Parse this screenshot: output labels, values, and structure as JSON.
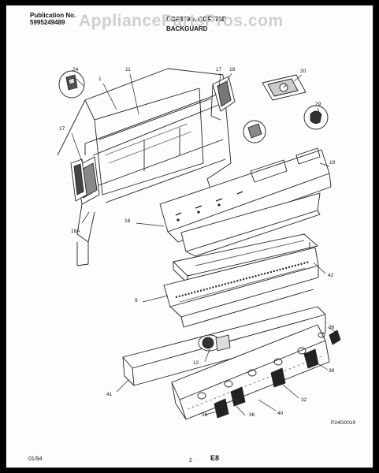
{
  "header": {
    "publication_label": "Publication No.",
    "publication_number": "5995249489",
    "model_line": "CGF379D, CGF378D",
    "section_title": "BACKGUARD"
  },
  "watermark": "AppliancePartsPros.com",
  "footer": {
    "date": "01/94",
    "page": "2",
    "code": "E8",
    "drawing_number": "P24G0019"
  },
  "callouts": {
    "c24": "24",
    "c1": "1",
    "c11": "11",
    "c17a": "17",
    "c18a": "18",
    "c20": "20",
    "c29": "29",
    "c17b": "17",
    "c19": "19",
    "c18b": "18",
    "c18A": "18A",
    "c42": "42",
    "c9": "9",
    "c36a": "36",
    "c12": "12",
    "c38": "38",
    "c32": "32",
    "c41": "41",
    "c40": "40",
    "c36b": "36",
    "c36c": "36"
  }
}
